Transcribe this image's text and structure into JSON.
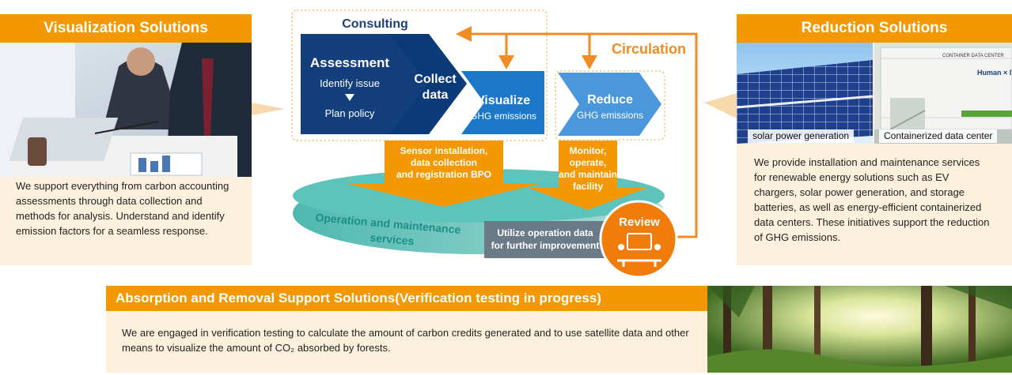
{
  "visualization": {
    "title": "Visualization Solutions",
    "text": "We support everything from carbon accounting assessments through data collection and methods for analysis. Understand and identify emission factors for a seamless response."
  },
  "reduction": {
    "title": "Reduction Solutions",
    "photo_left_label": "solar power generation",
    "photo_right_label": "Containerized data center",
    "container_sign_1": "CONTAINER DATA CENTER",
    "container_sign_2": "Human × IT",
    "text": "We provide installation and maintenance services for renewable energy solutions such as EV chargers, solar power generation, and storage batteries, as well as energy-efficient containerized data centers. These initiatives support the reduction of GHG emissions."
  },
  "center": {
    "consulting": "Consulting",
    "circulation": "Circulation",
    "assessment": {
      "title": "Assessment",
      "line1": "Identify issue",
      "line2": "Plan policy"
    },
    "collect": {
      "line1": "Collect",
      "line2": "data"
    },
    "visualize": {
      "title": "Visualize",
      "sub": "GHG emissions"
    },
    "reduce": {
      "title": "Reduce",
      "sub": "GHG emissions"
    },
    "sensor": {
      "line1": "Sensor installation,",
      "line2": "data collection",
      "line3": "and registration BPO"
    },
    "monitor": {
      "line1": "Monitor,",
      "line2": "operate,",
      "line3": "and maintain",
      "line4": "facility"
    },
    "operation": {
      "line1": "Operation and maintenance",
      "line2": "services"
    },
    "utilize": {
      "line1": "Utilize operation data",
      "line2": "for further improvement"
    },
    "review": "Review"
  },
  "absorption": {
    "title": "Absorption and Removal Support Solutions(Verification testing in progress)",
    "text": "We are engaged in verification testing to calculate the amount of carbon credits generated and to use satellite data and other means to visualize the amount of CO₂ absorbed by forests."
  }
}
